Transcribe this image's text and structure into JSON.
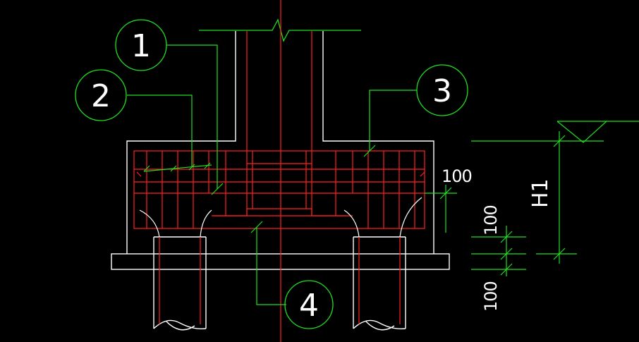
{
  "callouts": [
    {
      "id": "1",
      "text": "1"
    },
    {
      "id": "2",
      "text": "2"
    },
    {
      "id": "3",
      "text": "3"
    },
    {
      "id": "4",
      "text": "4"
    }
  ],
  "dimensions": {
    "top_cover": "100",
    "bottom_cover_a": "100",
    "bottom_cover_b": "100",
    "height": "H1"
  },
  "colors": {
    "background": "#000000",
    "outline": "#ffffff",
    "rebar": "#ff2020",
    "leader": "#20e020"
  }
}
